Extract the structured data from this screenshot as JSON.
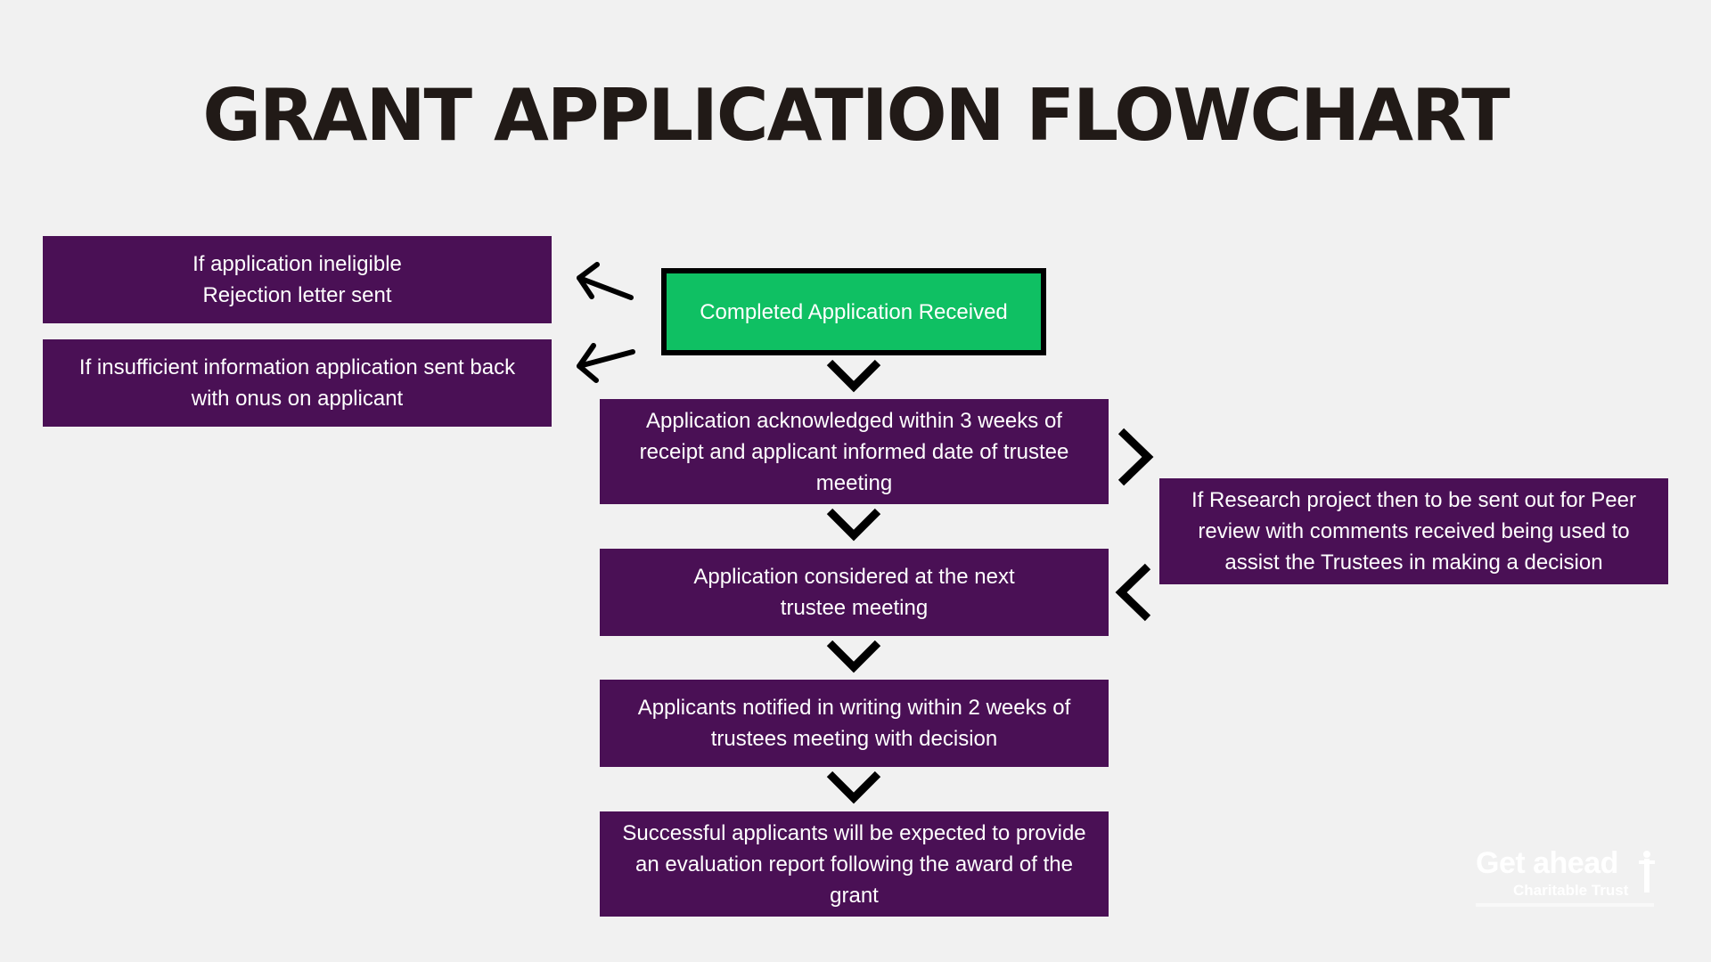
{
  "title": "GRANT APPLICATION FLOWCHART",
  "colors": {
    "background": "#f1f1f1",
    "box_purple": "#4a1055",
    "start_green": "#0fc063",
    "title_color": "#211a17",
    "arrow_color": "#000000"
  },
  "nodes": {
    "start": "Completed Application Received",
    "acknowledged": "Application acknowledged within 3 weeks of\nreceipt and applicant informed date of trustee\nmeeting",
    "considered": "Application considered at the next\ntrustee meeting",
    "notified": "Applicants notified in writing within 2 weeks of\ntrustees meeting with decision",
    "evaluation": "Successful applicants will be expected to provide\nan evaluation report following the award of the\ngrant",
    "ineligible": "If application ineligible\nRejection letter sent",
    "insufficient": "If insufficient information application sent back\nwith onus on applicant",
    "research": "If Research project then to be sent out for Peer\nreview with comments received being used to\nassist the Trustees in making a decision"
  },
  "logo": {
    "name": "Get ahead",
    "subtitle": "Charitable Trust",
    "icon": "person-icon"
  }
}
